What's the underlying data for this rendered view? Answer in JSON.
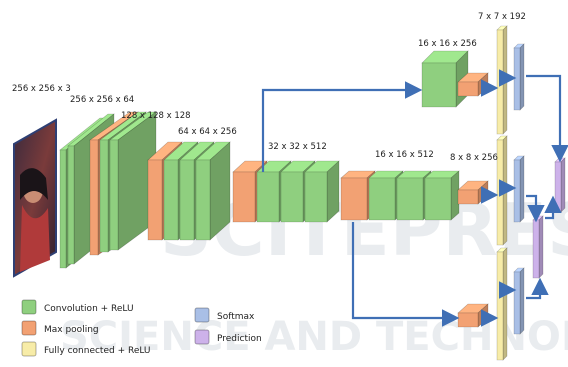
{
  "watermark": {
    "big": "SCITEPRESS",
    "small": "SCIENCE AND TECHNOLOGY PUBLICATIONS"
  },
  "input_image_label": "256 x 256 x 3",
  "dimension_labels": {
    "conv1": "256 x 256 x 64",
    "conv2": "128 x 128 x 128",
    "conv3": "64 x 64 x 256",
    "conv4": "32 x 32 x 512",
    "conv5": "16 x 16 x 512",
    "branch_top": "16 x 16 x 256",
    "pool5": "8 x 8 x 256",
    "fc_top": "7 x 7 x 192"
  },
  "legend": [
    {
      "label": "Convolution + ReLU",
      "color": "#8fcf7f"
    },
    {
      "label": "Max pooling",
      "color": "#f2a173"
    },
    {
      "label": "Fully connected + ReLU",
      "color": "#f7eca8"
    },
    {
      "label": "Softmax",
      "color": "#a9bfe6"
    },
    {
      "label": "Prediction",
      "color": "#cdb2ea"
    }
  ],
  "colors": {
    "conv": "#8fcf7f",
    "pool": "#f2a173",
    "fc": "#f7eca8",
    "softmax": "#a9bfe6",
    "prediction": "#cdb2ea",
    "arrow": "#3f6fb5"
  }
}
